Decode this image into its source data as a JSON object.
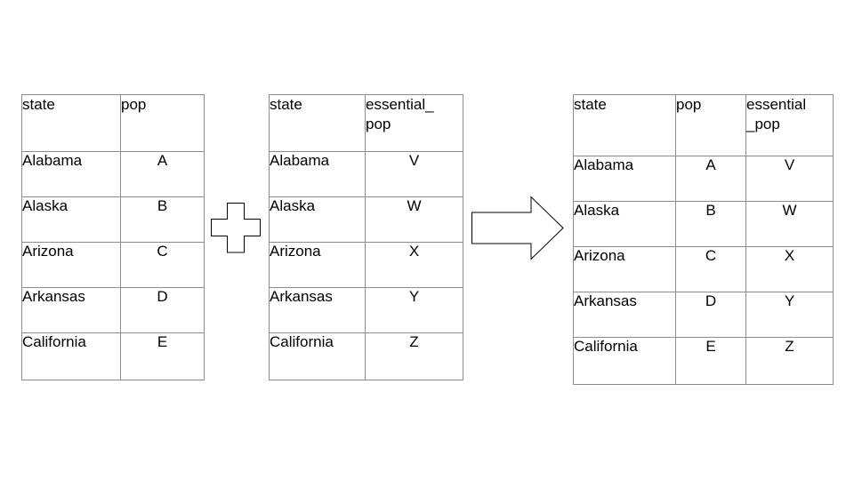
{
  "left_table": {
    "headers": [
      "state",
      "pop"
    ],
    "rows": [
      [
        "Alabama",
        "A"
      ],
      [
        "Alaska",
        "B"
      ],
      [
        "Arizona",
        "C"
      ],
      [
        "Arkansas",
        "D"
      ],
      [
        "California",
        "E"
      ]
    ]
  },
  "middle_table": {
    "headers": [
      "state",
      "essential_\npop"
    ],
    "rows": [
      [
        "Alabama",
        "V"
      ],
      [
        "Alaska",
        "W"
      ],
      [
        "Arizona",
        "X"
      ],
      [
        "Arkansas",
        "Y"
      ],
      [
        "California",
        "Z"
      ]
    ]
  },
  "result_table": {
    "headers": [
      "state",
      "pop",
      "essential\n_pop"
    ],
    "rows": [
      [
        "Alabama",
        "A",
        "V"
      ],
      [
        "Alaska",
        "B",
        "W"
      ],
      [
        "Arizona",
        "C",
        "X"
      ],
      [
        "Arkansas",
        "D",
        "Y"
      ],
      [
        "California",
        "E",
        "Z"
      ]
    ]
  },
  "icons": {
    "operator": "plus-icon",
    "result": "right-arrow-icon"
  }
}
